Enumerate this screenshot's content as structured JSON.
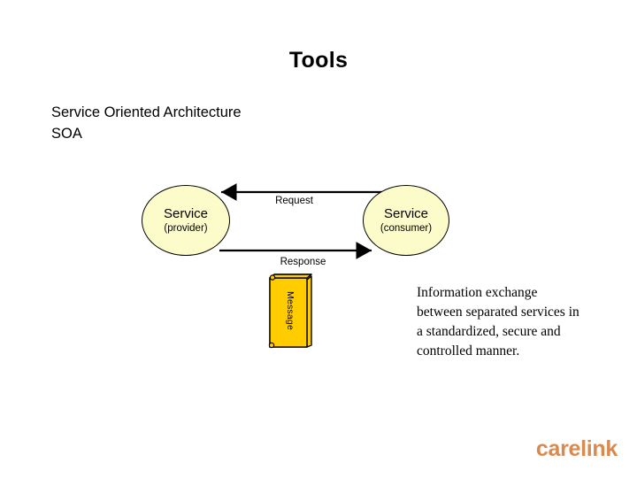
{
  "slide": {
    "title": "Tools",
    "subtitle_lines": [
      "Service Oriented Architecture",
      "SOA"
    ],
    "background_color": "#ffffff"
  },
  "diagram": {
    "nodes": [
      {
        "id": "provider",
        "title": "Service",
        "subtitle": "(provider)",
        "fill_color": "#fcfccb",
        "stroke_color": "#000000"
      },
      {
        "id": "consumer",
        "title": "Service",
        "subtitle": "(consumer)",
        "fill_color": "#fcfccb",
        "stroke_color": "#000000"
      }
    ],
    "flows": [
      {
        "id": "request",
        "label": "Request",
        "direction": "consumer-to-provider"
      },
      {
        "id": "response",
        "label": "Response",
        "direction": "provider-to-consumer"
      }
    ],
    "message": {
      "label": "Message",
      "fill_color": "#ffcc00",
      "stroke_color": "#000000"
    }
  },
  "description": {
    "lines": [
      "Information exchange",
      "between separated services in",
      "a standardized, secure and",
      "controlled manner."
    ]
  },
  "footer": {
    "logo_text": "carelink",
    "logo_color": "#d98a4f"
  }
}
